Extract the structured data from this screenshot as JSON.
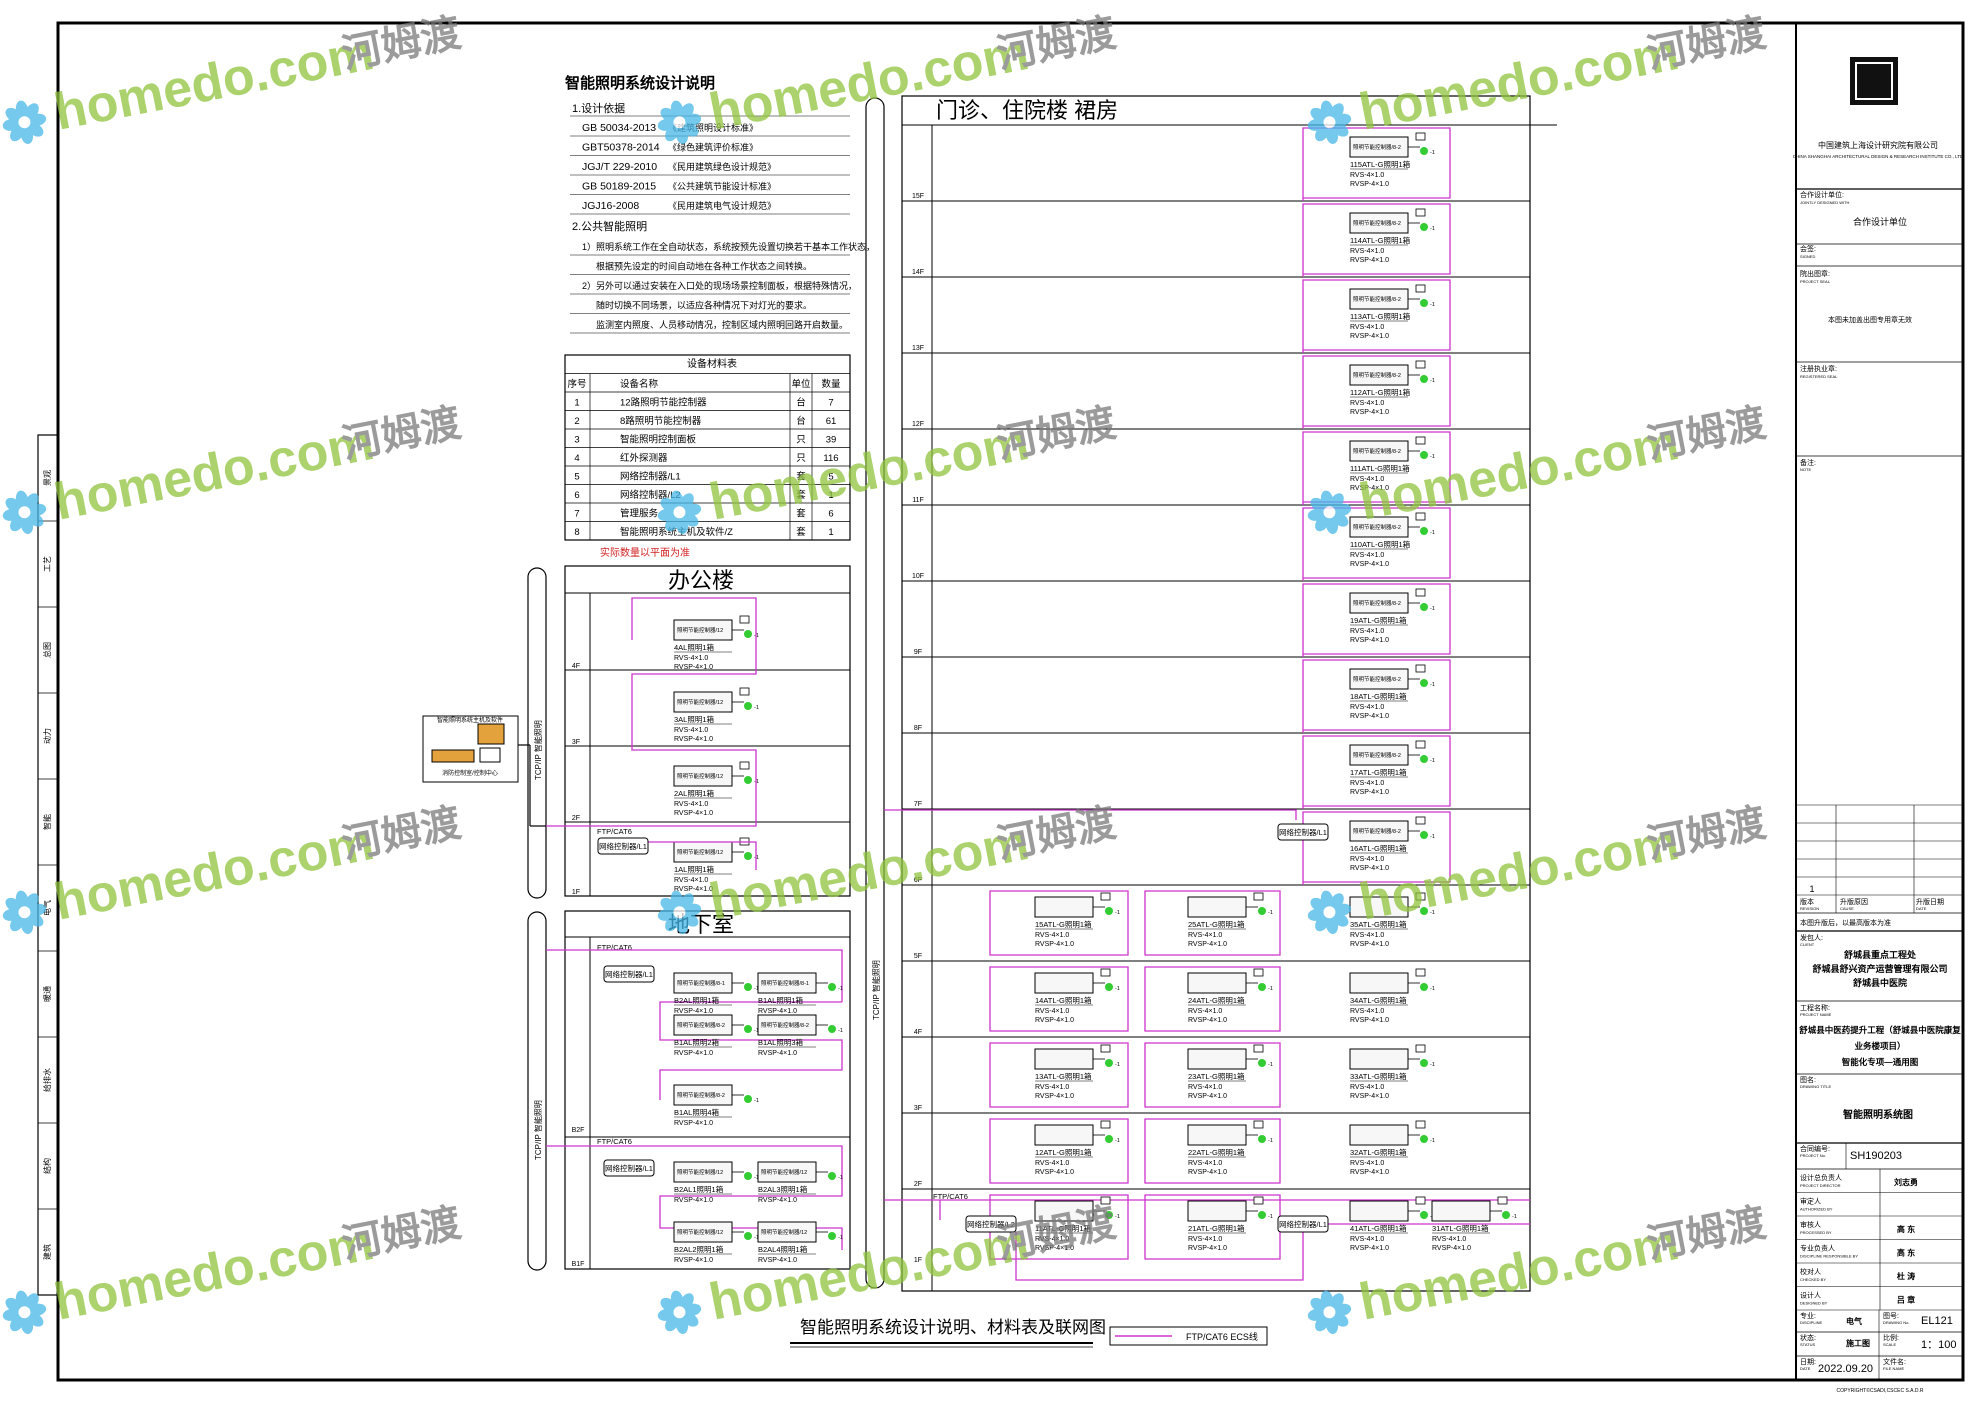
{
  "colors": {
    "line": "#000000",
    "link": "#cc33cc",
    "led": "#33cc33",
    "accent_red": "#d22222",
    "watermark_text": "#8fc33c",
    "watermark_flower": "#46b8e8",
    "box_fill": "#f7f7f7",
    "pc_fill": "#e4a23c"
  },
  "watermark": {
    "text": "homedo.com",
    "cn": "河姆渡"
  },
  "design_notes": {
    "title": "智能照明系统设计说明",
    "section1": "1.设计依据",
    "standards": [
      {
        "code": "GB 50034-2013",
        "name": "《建筑照明设计标准》"
      },
      {
        "code": "GBT50378-2014",
        "name": "《绿色建筑评价标准》"
      },
      {
        "code": "JGJ/T 229-2010",
        "name": "《民用建筑绿色设计规范》"
      },
      {
        "code": "GB 50189-2015",
        "name": "《公共建筑节能设计标准》"
      },
      {
        "code": "JGJ16-2008",
        "name": "《民用建筑电气设计规范》"
      }
    ],
    "section2": "2.公共智能照明",
    "texts": [
      "1）照明系统工作在全自动状态，系统按预先设置切换若干基本工作状态，",
      "根据预先设定的时间自动地在各种工作状态之间转换。",
      "2）另外可以通过安装在入口处的现场场景控制面板，根据特殊情况，",
      "随时切换不同场景，以适应各种情况下对灯光的要求。",
      "监测室内照度、人员移动情况，控制区域内照明回路开启数量。"
    ]
  },
  "materials_table": {
    "title": "设备材料表",
    "headers": [
      "序号",
      "设备名称",
      "单位",
      "数量"
    ],
    "rows": [
      [
        "1",
        "12路照明节能控制器",
        "台",
        "7"
      ],
      [
        "2",
        "8路照明节能控制器",
        "台",
        "61"
      ],
      [
        "3",
        "智能照明控制面板",
        "只",
        "39"
      ],
      [
        "4",
        "红外探测器",
        "只",
        "116"
      ],
      [
        "5",
        "网络控制器/L1",
        "套",
        "5"
      ],
      [
        "6",
        "网络控制器/L2",
        "套",
        "1"
      ],
      [
        "7",
        "管理服务",
        "套",
        "6"
      ],
      [
        "8",
        "智能照明系统主机及软件/Z",
        "套",
        "1"
      ]
    ],
    "note": "实际数量以平面为准"
  },
  "office": {
    "title": "办公楼",
    "floors": [
      "4F",
      "3F",
      "2F",
      "1F"
    ],
    "boxes": [
      {
        "name": "4AL照明1箱",
        "l1": "RVS-4×1.0",
        "l2": "RVSP-4×1.0"
      },
      {
        "name": "3AL照明1箱",
        "l1": "RVS-4×1.0",
        "l2": "RVSP-4×1.0"
      },
      {
        "name": "2AL照明1箱",
        "l1": "RVS-4×1.0",
        "l2": "RVSP-4×1.0"
      },
      {
        "name": "1AL照明1箱",
        "l1": "RVS-4×1.0",
        "l2": "RVSP-4×1.0"
      }
    ],
    "module_label": "照明节能控制器/12",
    "ftp": "FTP/CAT6",
    "netctrl": "网络控制器/L1",
    "bus_label": "TCP/IP 智能照明"
  },
  "basement": {
    "title": "地下室",
    "floors": [
      "B2F",
      "B1F"
    ],
    "ftp": "FTP/CAT6",
    "netctrl": "网络控制器/L1",
    "bus_label": "TCP/IP 智能照明",
    "b2_boxes": [
      {
        "name": "B2AL照明1箱",
        "l1": "RVSP-4×1.0",
        "module": "照明节能控制器/8-1"
      },
      {
        "name": "B1AL照明1箱",
        "l1": "RVSP-4×1.0",
        "module": "照明节能控制器/8-1"
      },
      {
        "name": "B1AL照明2箱",
        "l1": "RVSP-4×1.0",
        "module": "照明节能控制器/8-2"
      },
      {
        "name": "B1AL照明3箱",
        "l1": "RVSP-4×1.0",
        "module": "照明节能控制器/8-2"
      },
      {
        "name": "B1AL照明4箱",
        "l1": "RVSP-4×1.0",
        "module": "照明节能控制器/8-2"
      }
    ],
    "b1_boxes": [
      {
        "name": "B2AL1照明1箱",
        "l1": "RVSP-4×1.0",
        "module": "照明节能控制器/12"
      },
      {
        "name": "B2AL3照明1箱",
        "l1": "RVSP-4×1.0",
        "module": "照明节能控制器/12"
      },
      {
        "name": "B2AL2照明1箱",
        "l1": "RVSP-4×1.0",
        "module": "照明节能控制器/12"
      },
      {
        "name": "B2AL4照明1箱",
        "l1": "RVSP-4×1.0",
        "module": "照明节能控制器/12"
      }
    ]
  },
  "host": {
    "label": "智能照明系统主机及软件",
    "sub": "消防控制室/控制中心",
    "bus_label": "TCP/IP 智能照明"
  },
  "hospital": {
    "title": "门诊、住院楼  裙房",
    "floors": [
      "15F",
      "14F",
      "13F",
      "12F",
      "11F",
      "10F",
      "9F",
      "8F",
      "7F",
      "6F",
      "5F",
      "4F",
      "3F",
      "2F",
      "1F"
    ],
    "tower_boxes": [
      {
        "name": "115ATL-G照明1箱",
        "l1": "RVS-4×1.0",
        "l2": "RVSP-4×1.0",
        "module": "照明节能控制器/8-2"
      },
      {
        "name": "114ATL-G照明1箱",
        "l1": "RVS-4×1.0",
        "l2": "RVSP-4×1.0",
        "module": "照明节能控制器/8-2"
      },
      {
        "name": "113ATL-G照明1箱",
        "l1": "RVS-4×1.0",
        "l2": "RVSP-4×1.0",
        "module": "照明节能控制器/8-2"
      },
      {
        "name": "112ATL-G照明1箱",
        "l1": "RVS-4×1.0",
        "l2": "RVSP-4×1.0",
        "module": "照明节能控制器/8-2"
      },
      {
        "name": "111ATL-G照明1箱",
        "l1": "RVS-4×1.0",
        "l2": "RVSP-4×1.0",
        "module": "照明节能控制器/8-2"
      },
      {
        "name": "110ATL-G照明1箱",
        "l1": "RVS-4×1.0",
        "l2": "RVSP-4×1.0",
        "module": "照明节能控制器/8-2"
      },
      {
        "name": "19ATL-G照明1箱",
        "l1": "RVS-4×1.0",
        "l2": "RVSP-4×1.0",
        "module": "照明节能控制器/8-2"
      },
      {
        "name": "18ATL-G照明1箱",
        "l1": "RVS-4×1.0",
        "l2": "RVSP-4×1.0",
        "module": "照明节能控制器/8-2"
      },
      {
        "name": "17ATL-G照明1箱",
        "l1": "RVS-4×1.0",
        "l2": "RVSP-4×1.0",
        "module": "照明节能控制器/8-2"
      },
      {
        "name": "16ATL-G照明1箱",
        "l1": "RVS-4×1.0",
        "l2": "RVSP-4×1.0",
        "module": "照明节能控制器/8-2"
      }
    ],
    "netctrl_l1": "网络控制器/L1",
    "netctrl_l2": "网络控制器/L2",
    "ftp": "FTP/CAT6",
    "bus_label": "TCP/IP 智能照明",
    "podium_rows": [
      [
        {
          "name": "15ATL-G照明1箱",
          "l1": "RVS-4×1.0",
          "l2": "RVSP-4×1.0"
        },
        {
          "name": "25ATL-G照明1箱",
          "l1": "RVS-4×1.0",
          "l2": "RVSP-4×1.0"
        },
        {
          "name": "35ATL-G照明1箱",
          "l1": "RVS-4×1.0",
          "l2": "RVSP-4×1.0"
        }
      ],
      [
        {
          "name": "14ATL-G照明1箱",
          "l1": "RVS-4×1.0",
          "l2": "RVSP-4×1.0"
        },
        {
          "name": "24ATL-G照明1箱",
          "l1": "RVS-4×1.0",
          "l2": "RVSP-4×1.0"
        },
        {
          "name": "34ATL-G照明1箱",
          "l1": "RVS-4×1.0",
          "l2": "RVSP-4×1.0"
        }
      ],
      [
        {
          "name": "13ATL-G照明1箱",
          "l1": "RVS-4×1.0",
          "l2": "RVSP-4×1.0"
        },
        {
          "name": "23ATL-G照明1箱",
          "l1": "RVS-4×1.0",
          "l2": "RVSP-4×1.0"
        },
        {
          "name": "33ATL-G照明1箱",
          "l1": "RVS-4×1.0",
          "l2": "RVSP-4×1.0"
        }
      ],
      [
        {
          "name": "12ATL-G照明1箱",
          "l1": "RVS-4×1.0",
          "l2": "RVSP-4×1.0"
        },
        {
          "name": "22ATL-G照明1箱",
          "l1": "RVS-4×1.0",
          "l2": "RVSP-4×1.0"
        },
        {
          "name": "32ATL-G照明1箱",
          "l1": "RVS-4×1.0",
          "l2": "RVSP-4×1.0"
        }
      ],
      [
        {
          "name": "11ATL-G照明1箱",
          "l1": "RVS-4×1.0",
          "l2": "RVSP-4×1.0"
        },
        {
          "name": "21ATL-G照明1箱",
          "l1": "RVS-4×1.0",
          "l2": "RVSP-4×1.0"
        },
        {
          "name": "41ATL-G照明1箱",
          "l1": "RVS-4×1.0",
          "l2": "RVSP-4×1.0"
        },
        {
          "name": "31ATL-G照明1箱",
          "l1": "RVS-4×1.0",
          "l2": "RVSP-4×1.0"
        }
      ]
    ]
  },
  "footer": {
    "title": "智能照明系统设计说明、材料表及联网图",
    "legend": "FTP/CAT6 ECS线"
  },
  "left_margin_labels": [
    "建筑",
    "结构",
    "给排水",
    "暖通",
    "电气",
    "智能",
    "动力",
    "总图",
    "工艺",
    "景观"
  ],
  "title_block": {
    "company_cn": "中国建筑上海设计研究院有限公司",
    "company_en": "CHINA SHANGHAI ARCHITECTURAL DESIGN & RESEARCH INSTITUTE CO., LTD",
    "coop_label": "合作设计单位:",
    "coop_en": "JOINTLY DESIGNED WITH",
    "coop_value": "合作设计单位",
    "sign_label": "会签:",
    "sign_en": "SIGNED",
    "seal_label": "院出图章:",
    "seal_en": "PROJECT SEAL",
    "seal_value": "本图未加盖出图专用章无效",
    "reg_label": "注册执业章:",
    "reg_en": "REGISTERED SEAL",
    "note_label": "备注:",
    "note_en": "NOTE",
    "rev_no": "1",
    "rev_headers": [
      "版本",
      "升版原因",
      "升版日期"
    ],
    "rev_headers_en": [
      "REVISION",
      "CAUSE",
      "DATE"
    ],
    "rev_note": "本图升版后，以最高版本为准",
    "client_label": "发包人:",
    "client_en": "CLIENT",
    "client": [
      "舒城县重点工程处",
      "舒城县舒兴资产运营管理有限公司",
      "舒城县中医院"
    ],
    "project_label": "工程名称:",
    "project_en": "PROJECT NAME",
    "project": [
      "舒城县中医药提升工程（舒城县中医院康复",
      "业务楼项目）",
      "智能化专项—通用图"
    ],
    "drawing_label": "图名:",
    "drawing_en": "DRAWING TITLE",
    "drawing": "智能照明系统图",
    "projno_label": "合同编号:",
    "projno_en": "PROJECT No.",
    "projno": "SH190203",
    "roles": [
      {
        "label": "设计总负责人",
        "en": "PROJECT DIRECTOR",
        "value": "刘志勇"
      },
      {
        "label": "审定人",
        "en": "AUTHORIZED BY",
        "value": ""
      },
      {
        "label": "审核人",
        "en": "PROCESSED BY",
        "value": "高 东"
      },
      {
        "label": "专业负责人",
        "en": "DISCIPLINE RESPONSIBLE BY",
        "value": "高 东"
      },
      {
        "label": "校对人",
        "en": "CHECKED BY",
        "value": "杜 涛"
      },
      {
        "label": "设计人",
        "en": "DESIGNED BY",
        "value": "吕 章"
      }
    ],
    "discipline_label": "专业:",
    "discipline_en": "DISCIPLINE",
    "discipline": "电气",
    "drawingno_label": "图号:",
    "drawingno_en": "DRAWING No.",
    "drawingno": "EL121",
    "status_label": "状态:",
    "status_en": "STATUS",
    "status": "施工图",
    "scale_label": "比例:",
    "scale_en": "SCALE",
    "scale": "1：100",
    "date_label": "日期:",
    "date_en": "DATE",
    "date": "2022.09.20",
    "file_label": "文件名:",
    "file_en": "FILE NAME",
    "copyright": "COPYRIGHT©CSADI,CSCEC S.A.D.R"
  }
}
